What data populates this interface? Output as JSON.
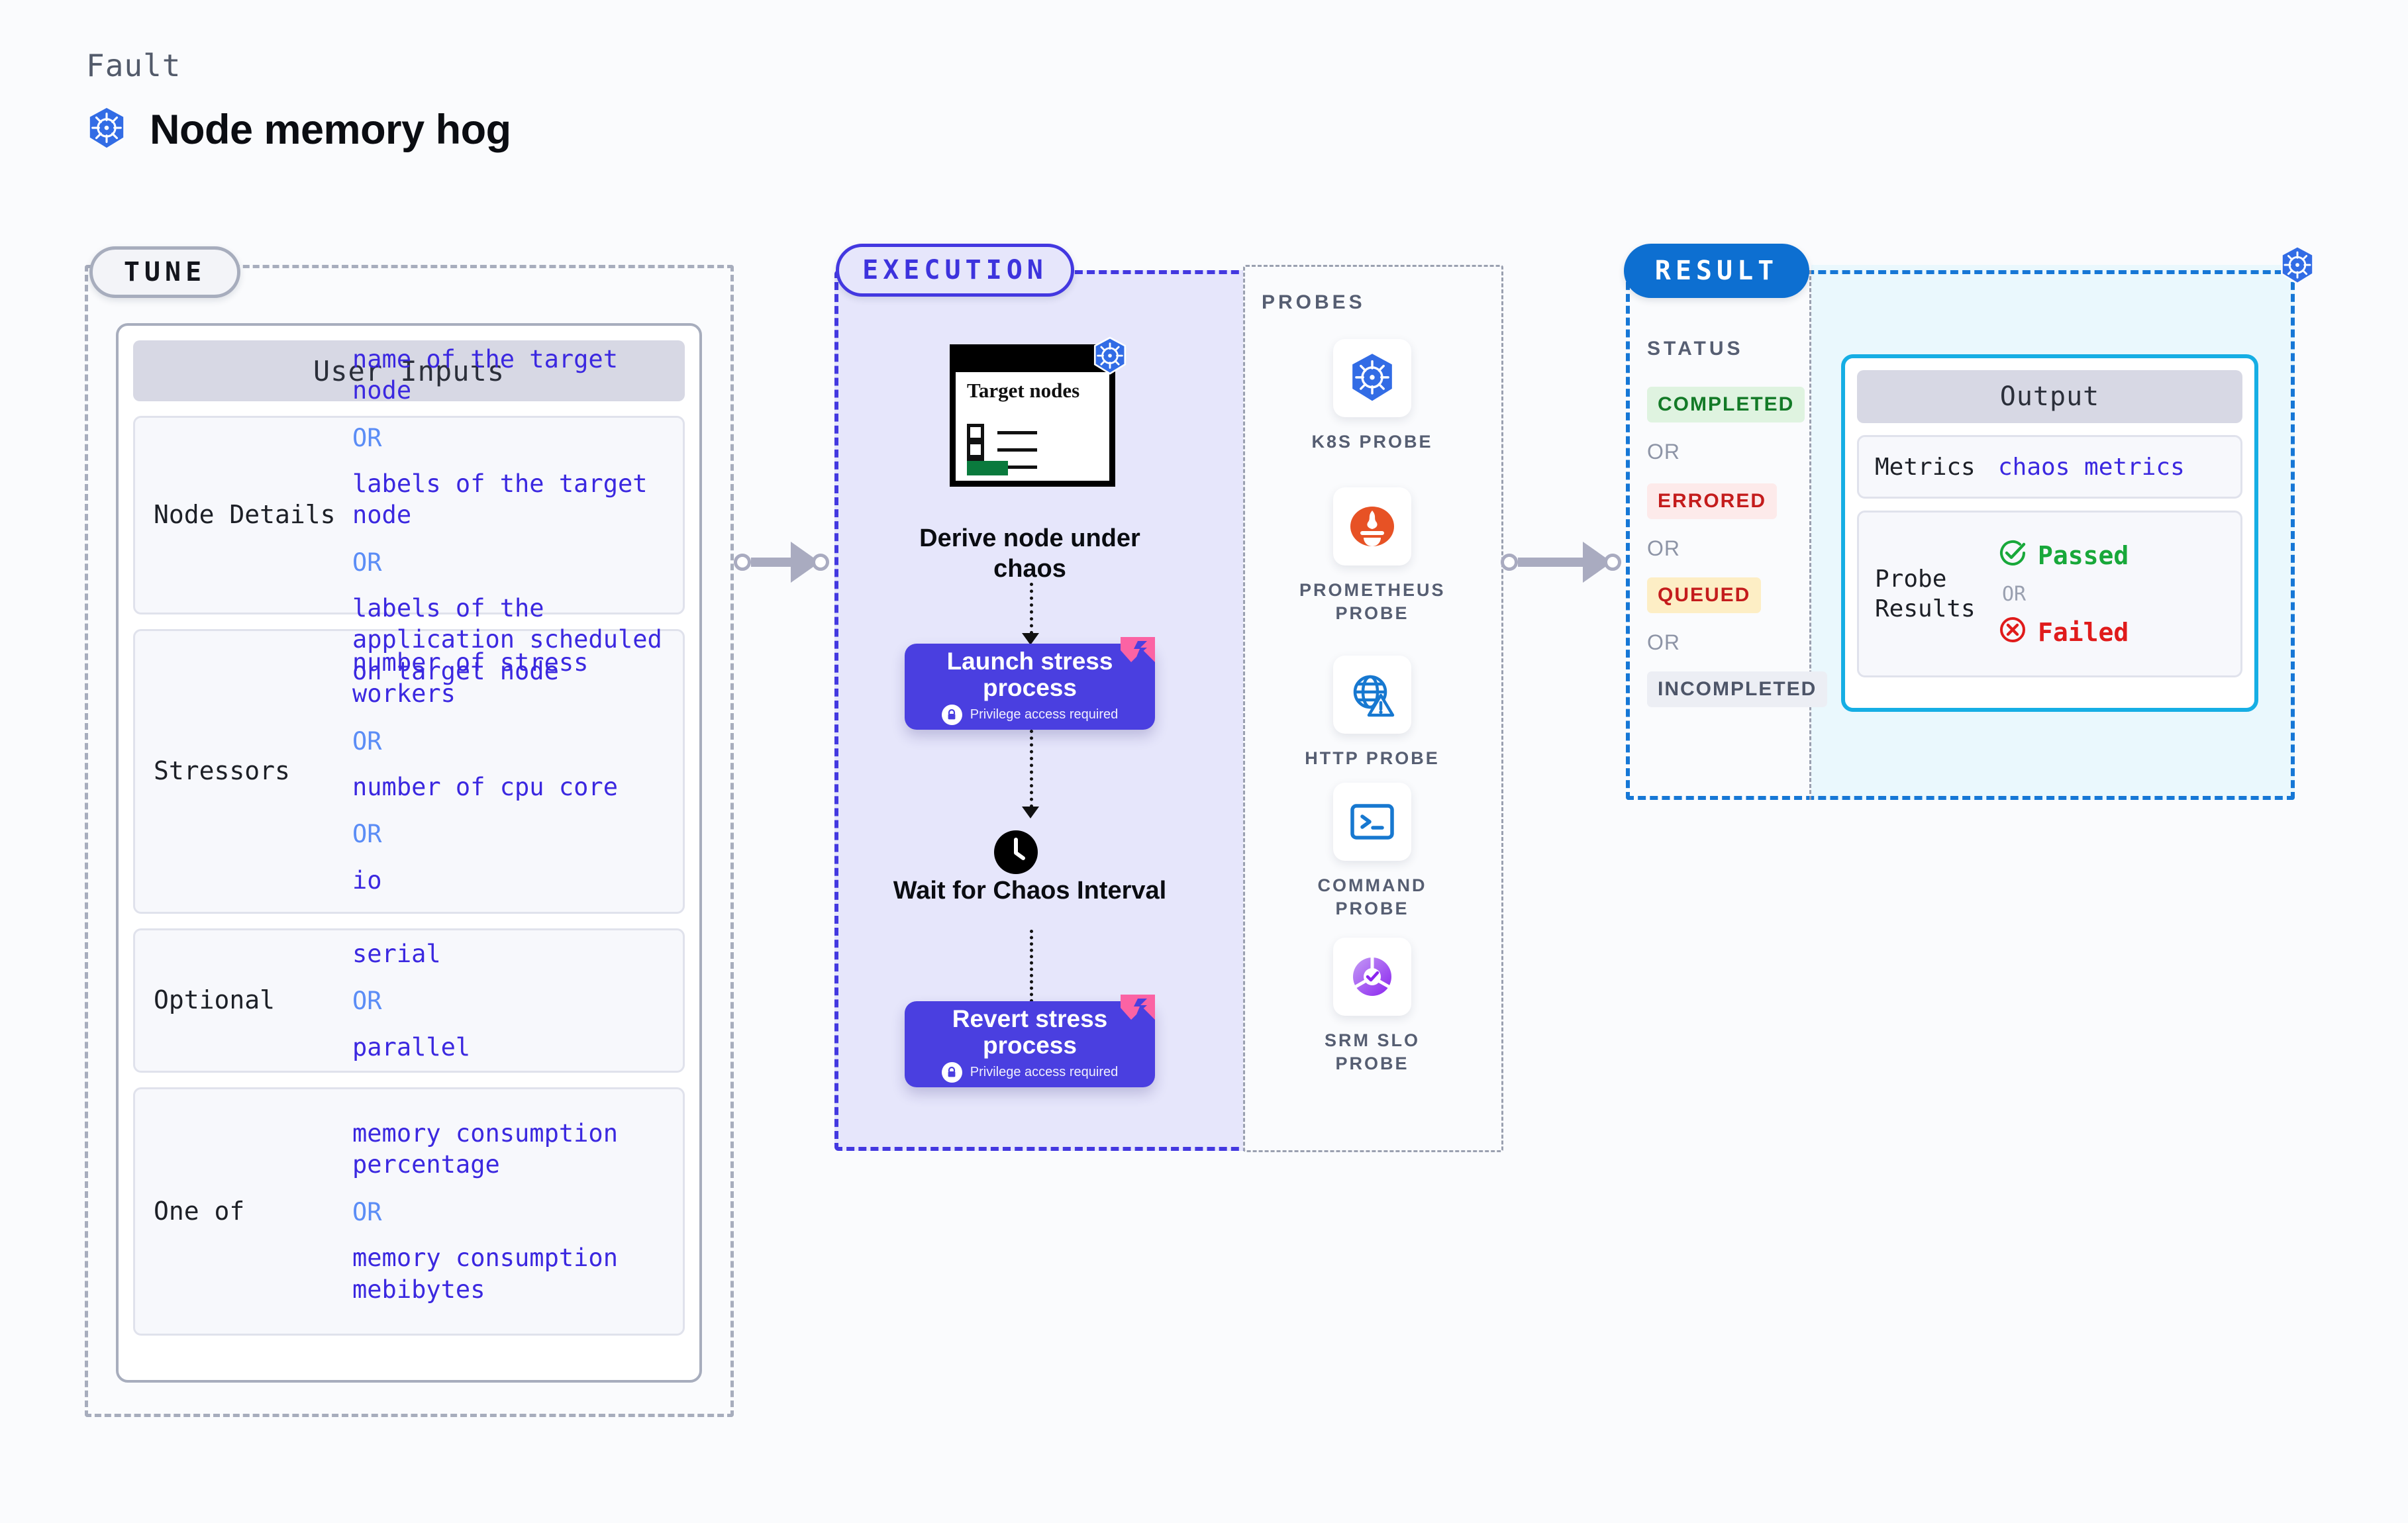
{
  "header": {
    "eyebrow": "Fault",
    "title": "Node memory hog",
    "icon": "kubernetes-icon"
  },
  "tune": {
    "badge": "TUNE",
    "card_title": "User Inputs",
    "rows": [
      {
        "key": "Node Details",
        "values": [
          "name of the target node",
          "labels of the target node",
          "labels of the application scheduled on target node"
        ],
        "separator": "OR"
      },
      {
        "key": "Stressors",
        "values": [
          "number of stress workers",
          "number of cpu core",
          "io"
        ],
        "separator": "OR"
      },
      {
        "key": "Optional",
        "values": [
          "serial",
          "parallel"
        ],
        "separator": "OR"
      },
      {
        "key": "One of",
        "values": [
          "memory consumption percentage",
          "memory consumption mebibytes"
        ],
        "separator": "OR"
      }
    ]
  },
  "execution": {
    "badge": "EXECUTION",
    "derive": {
      "doc_title": "Target nodes",
      "label": "Derive node under chaos",
      "badge_icon": "kubernetes-icon"
    },
    "steps": [
      {
        "title": "Launch stress process",
        "note": "Privilege access required",
        "lock_icon": "lock-icon",
        "ribbon_icon": "ribbon-icon"
      },
      {
        "title": "Revert stress process",
        "note": "Privilege access required",
        "lock_icon": "lock-icon",
        "ribbon_icon": "ribbon-icon"
      }
    ],
    "wait": {
      "label": "Wait for Chaos Interval",
      "icon": "clock-icon"
    }
  },
  "probes": {
    "title": "PROBES",
    "items": [
      {
        "name": "K8S PROBE",
        "icon": "kubernetes-icon"
      },
      {
        "name": "PROMETHEUS PROBE",
        "icon": "prometheus-icon"
      },
      {
        "name": "HTTP PROBE",
        "icon": "globe-warning-icon"
      },
      {
        "name": "COMMAND PROBE",
        "icon": "terminal-icon"
      },
      {
        "name": "SRM SLO PROBE",
        "icon": "slo-gauge-icon"
      }
    ]
  },
  "result": {
    "badge": "RESULT",
    "status_title": "STATUS",
    "separator": "OR",
    "statuses": [
      {
        "label": "COMPLETED",
        "bg": "#dff3e0",
        "fg": "#137a27"
      },
      {
        "label": "ERRORED",
        "bg": "#fdeaea",
        "fg": "#c41c1c"
      },
      {
        "label": "QUEUED",
        "bg": "#fdeec5",
        "fg": "#c41c1c"
      },
      {
        "label": "INCOMPLETED",
        "bg": "#eceef4",
        "fg": "#4d5568"
      }
    ],
    "badge_icon": "kubernetes-icon",
    "output": {
      "title": "Output",
      "metrics_key": "Metrics",
      "metrics_value": "chaos metrics",
      "probe_key": "Probe Results",
      "passed": "Passed",
      "failed": "Failed",
      "separator": "OR",
      "passed_icon": "check-circle-icon",
      "failed_icon": "x-circle-icon"
    }
  },
  "colors": {
    "tune_border": "#a7adbd",
    "execution_border": "#4338e0",
    "execution_fill": "#e6e6fb",
    "result_border": "#1677d6",
    "result_fill": "#eaf8fd",
    "action_card": "#4a3fe0",
    "kubernetes_blue": "#326ce5"
  }
}
